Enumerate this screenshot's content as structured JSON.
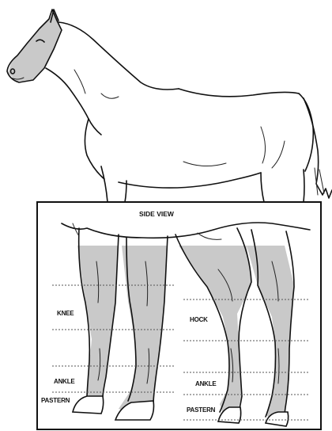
{
  "panel": {
    "title": "SIDE VIEW",
    "labels": {
      "knee": "KNEE",
      "hock": "HOCK",
      "ankle_front": "ANKLE",
      "pastern_front": "PASTERN",
      "ankle_hind": "ANKLE",
      "pastern_hind": "PASTERN"
    }
  },
  "colors": {
    "shading": "#c9c9c9",
    "ink": "#111111",
    "background": "#ffffff"
  }
}
